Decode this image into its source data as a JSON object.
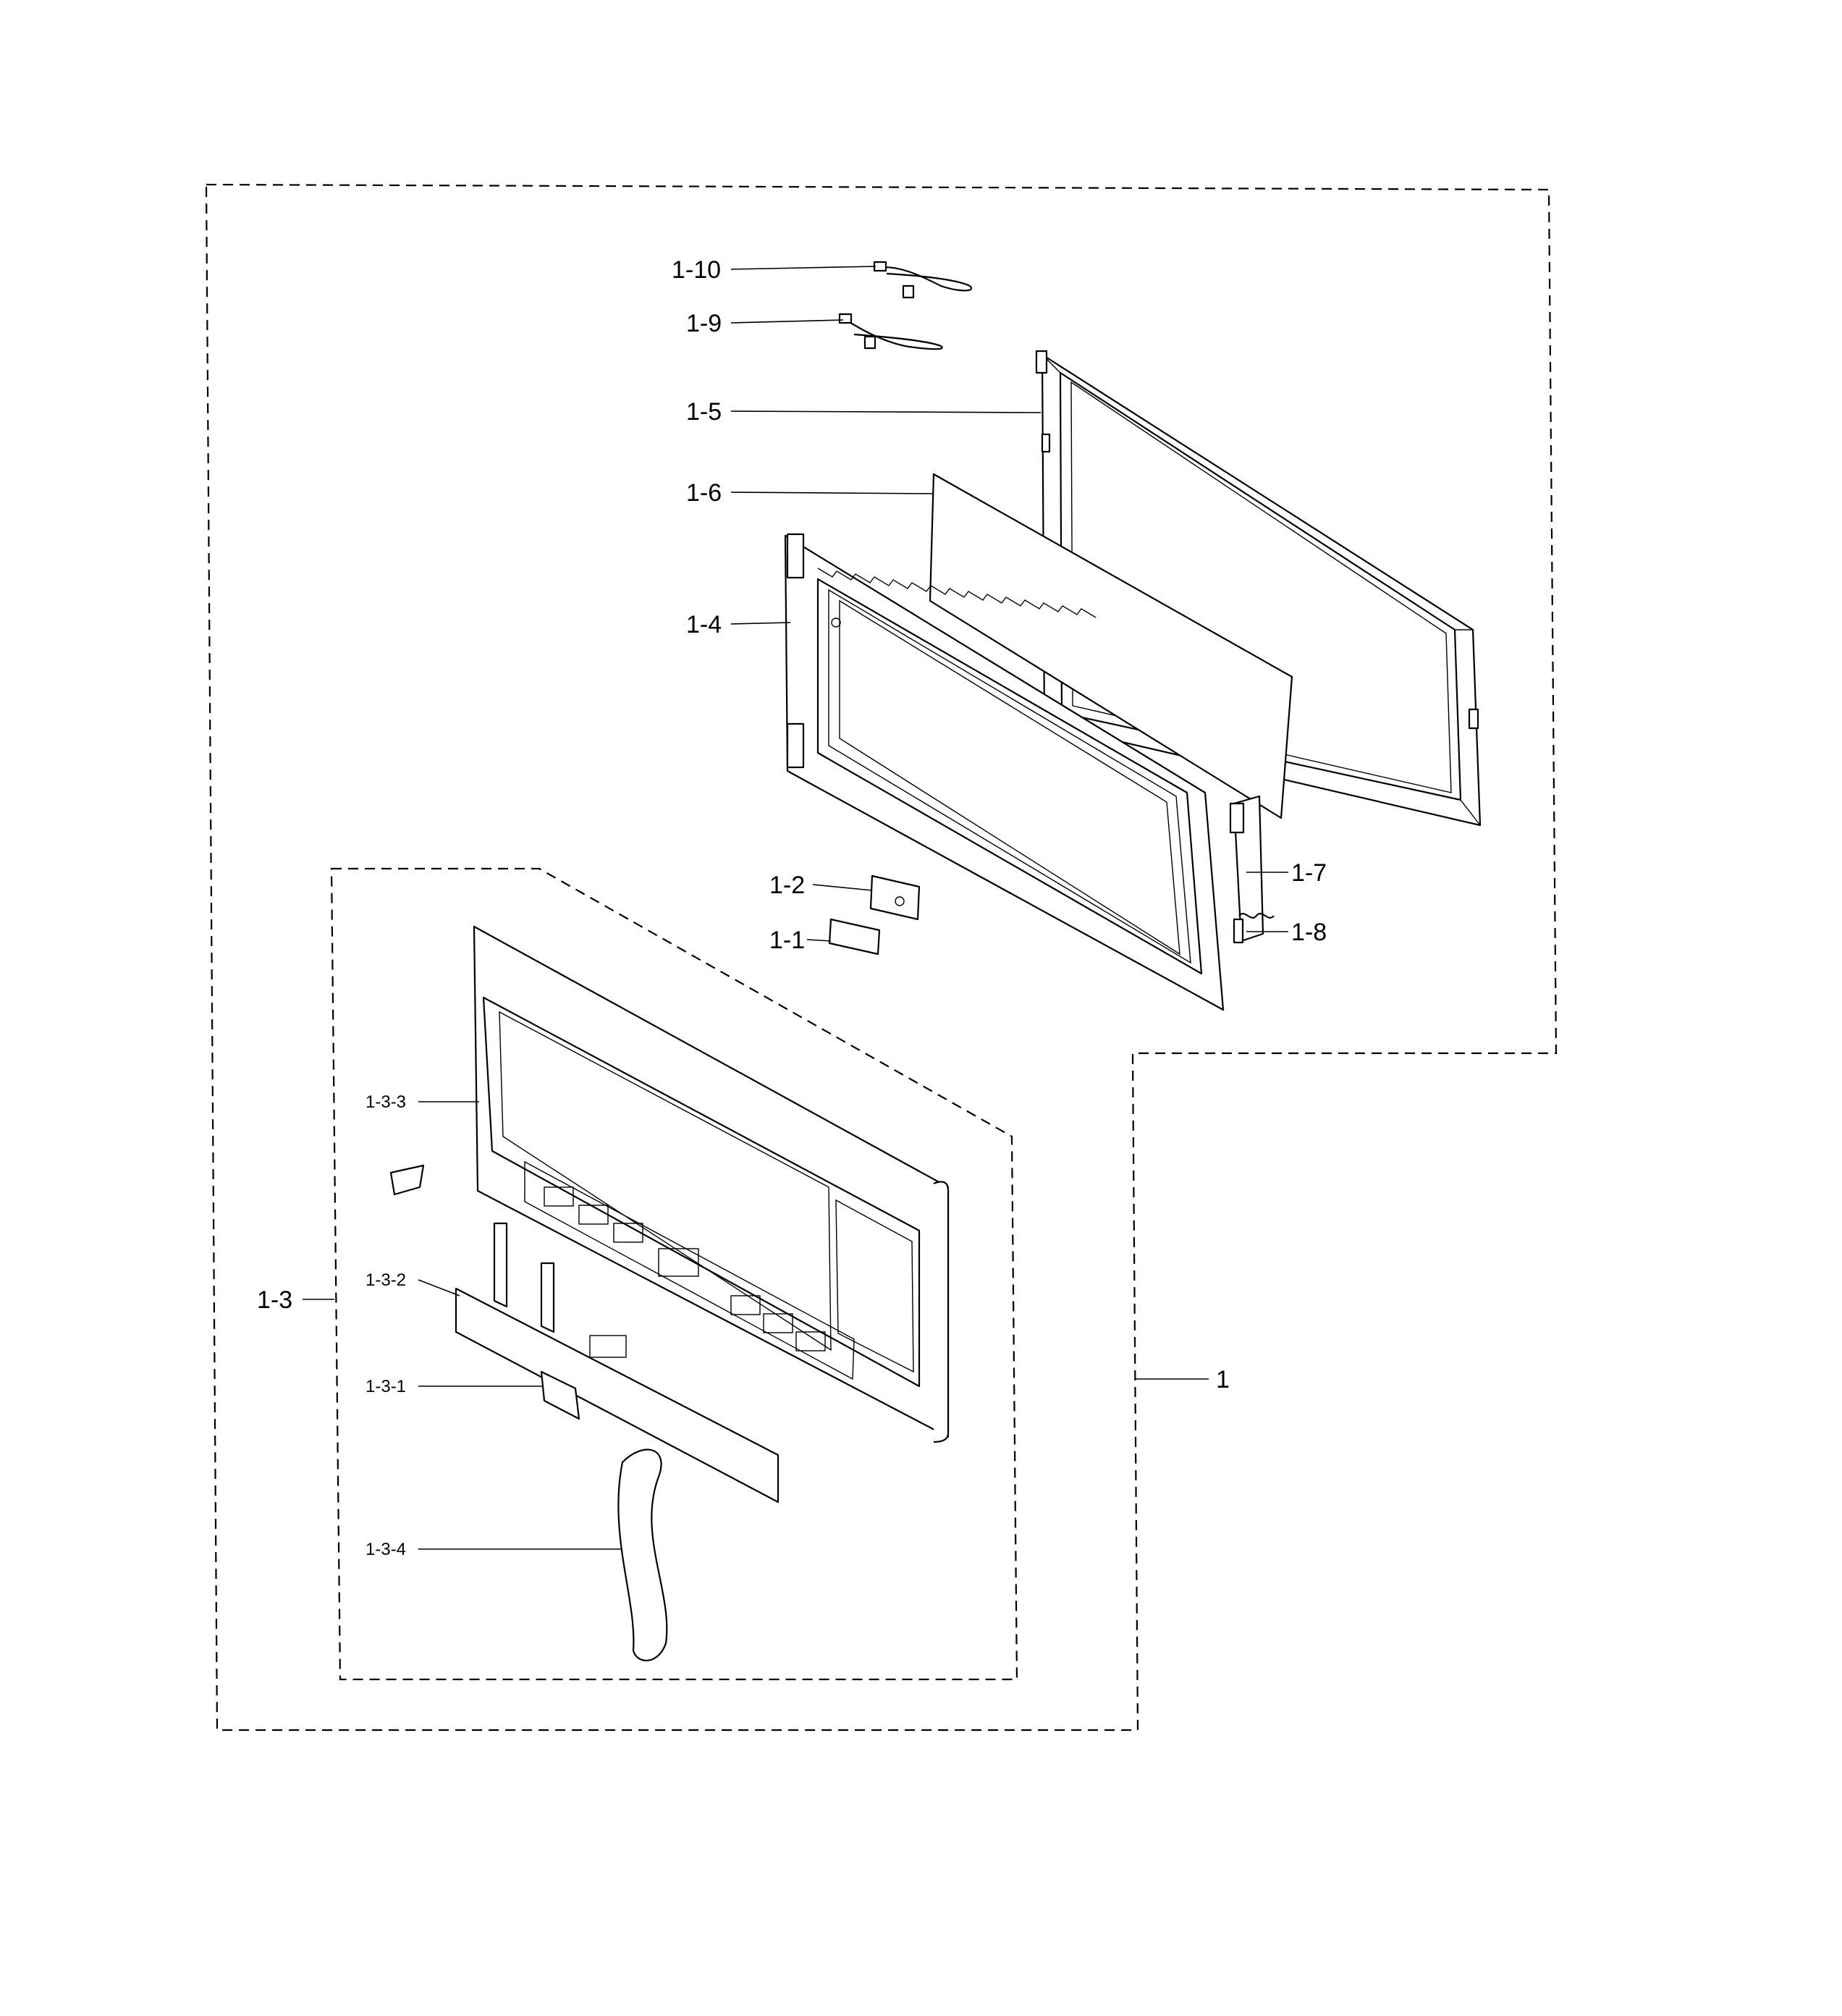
{
  "callouts": {
    "c1_10": "1-10",
    "c1_9": "1-9",
    "c1_5": "1-5",
    "c1_6": "1-6",
    "c1_4": "1-4",
    "c1_7": "1-7",
    "c1_8": "1-8",
    "c1_2": "1-2",
    "c1_1": "1-1",
    "c1_3_3": "1-3-3",
    "c1_3_2": "1-3-2",
    "c1_3": "1-3",
    "c1_3_1": "1-3-1",
    "c1_3_4": "1-3-4",
    "c1": "1"
  }
}
